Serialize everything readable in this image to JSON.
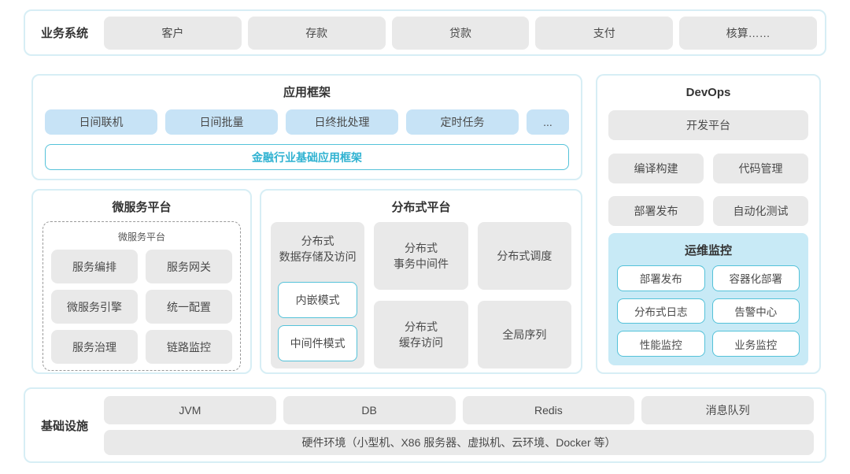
{
  "colors": {
    "panel_border": "#d7eef5",
    "chip_grey": "#e9e9e9",
    "chip_blue": "#c7e3f6",
    "monitor_panel_blue": "#c8eaf6",
    "accent_border": "#54c2d9",
    "accent_text": "#2fb2d1"
  },
  "business_layer": {
    "label": "业务系统",
    "items": [
      "客户",
      "存款",
      "贷款",
      "支付",
      "核算……"
    ]
  },
  "app_framework": {
    "title": "应用框架",
    "chips": [
      "日间联机",
      "日间批量",
      "日终批处理",
      "定时任务",
      "..."
    ],
    "base_framework": "金融行业基础应用框架"
  },
  "microservice": {
    "title": "微服务平台",
    "inner_title": "微服务平台",
    "items": [
      "服务编排",
      "服务网关",
      "微服务引擎",
      "统一配置",
      "服务治理",
      "链路监控"
    ]
  },
  "distributed": {
    "title": "分布式平台",
    "storage": {
      "label": "分布式\n数据存储及访问",
      "modes": [
        "内嵌模式",
        "中间件模式"
      ]
    },
    "cells": [
      "分布式\n事务中间件",
      "分布式调度",
      "分布式\n缓存访问",
      "全局序列"
    ]
  },
  "devops": {
    "title": "DevOps",
    "platform": "开发平台",
    "grid": [
      "编译构建",
      "代码管理",
      "部署发布",
      "自动化测试"
    ],
    "ops_monitor": {
      "title": "运维监控",
      "items": [
        "部署发布",
        "容器化部署",
        "分布式日志",
        "告警中心",
        "性能监控",
        "业务监控"
      ]
    }
  },
  "infrastructure": {
    "label": "基础设施",
    "items": [
      "JVM",
      "DB",
      "Redis",
      "消息队列"
    ],
    "hardware": "硬件环境（小型机、X86 服务器、虚拟机、云环境、Docker 等）"
  }
}
